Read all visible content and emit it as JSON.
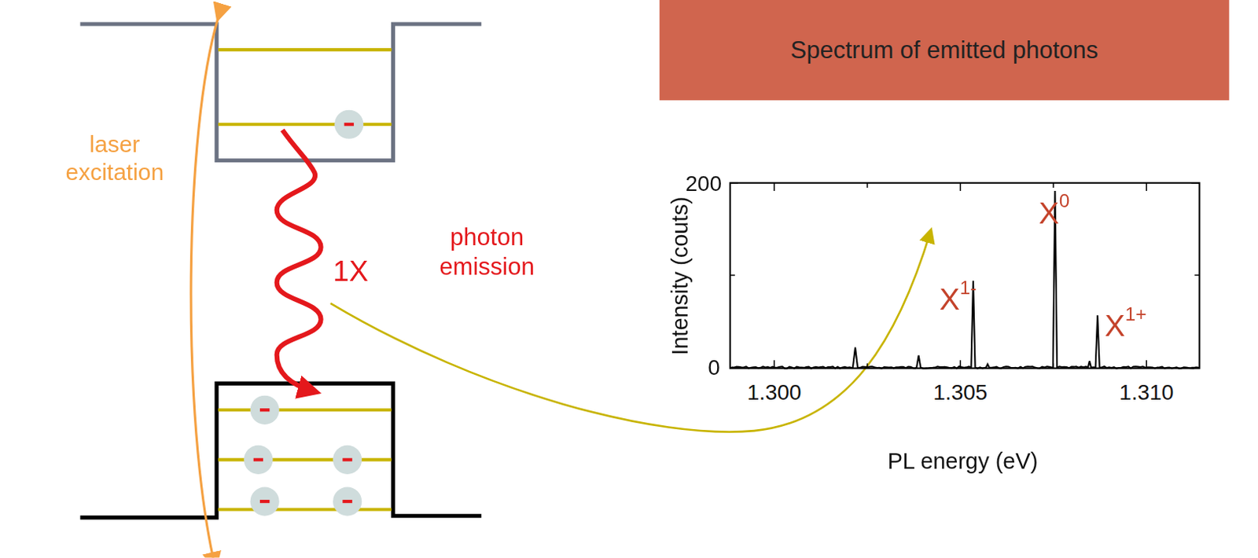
{
  "diagram": {
    "nodes": [
      {
        "text": [
          "Spectrum of emitted photons"
        ]
      }
    ],
    "labels": [
      "laser excitation",
      "1X",
      "photon emission",
      "Intensity (couts)",
      "200",
      "0",
      "1.300",
      "1.305",
      "1.310",
      "PL energy (eV)",
      "X1-",
      "X0",
      "X1+"
    ]
  }
}
